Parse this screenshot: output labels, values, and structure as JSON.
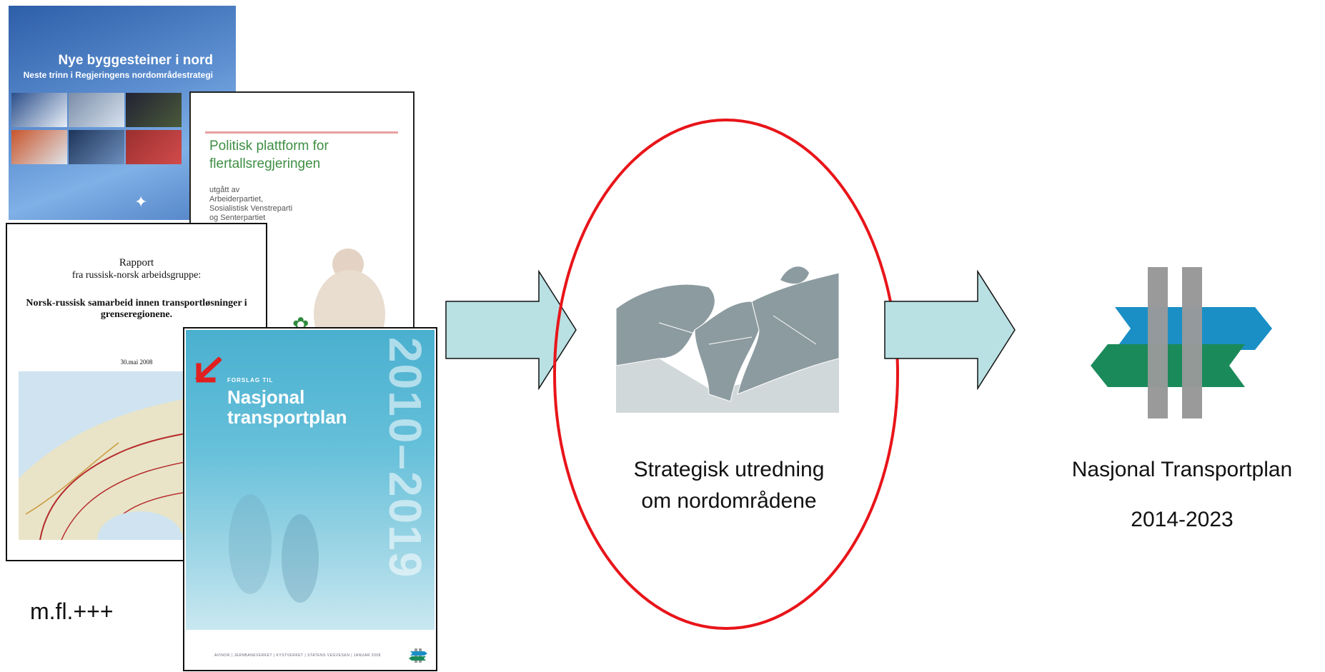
{
  "documents": {
    "doc1": {
      "title": "Nye byggesteiner i nord",
      "subtitle": "Neste trinn i Regjeringens nordområdestrategi"
    },
    "doc2": {
      "title": "Politisk plattform for\nflertallsregjeringen",
      "small_text": "utgått av\nArbeiderpartiet,\nSosialistisk Venstreparti\nog Senterpartiet"
    },
    "doc3": {
      "line1": "Rapport",
      "line2": "fra russisk-norsk arbeidsgruppe:",
      "title": "Norsk-russisk samarbeid innen transportløsninger i grenseregionene.",
      "date": "30.mai 2008"
    },
    "doc4": {
      "label_small": "FORSLAG TIL",
      "label_big": "Nasjonal\ntransportplan",
      "years": "2010–2019",
      "footer": "AVINOR | JERNBANEVERKET | KYSTVERKET | STATENS VEGVESEN | JANUAR 2008"
    }
  },
  "more_label": "m.fl.+++",
  "center_caption": "Strategisk utredning\nom nordområdene",
  "right_caption_line1": "Nasjonal Transportplan",
  "right_caption_line2": "2014-2023",
  "colors": {
    "arrow_fill": "#b9e0e3",
    "ellipse_stroke": "#e8151a",
    "map_land": "#8c9ba0",
    "map_light": "#d1d8da",
    "logo_gray": "#9a9a9a",
    "logo_blue": "#1a8fc6",
    "logo_green": "#1b8a5a"
  }
}
